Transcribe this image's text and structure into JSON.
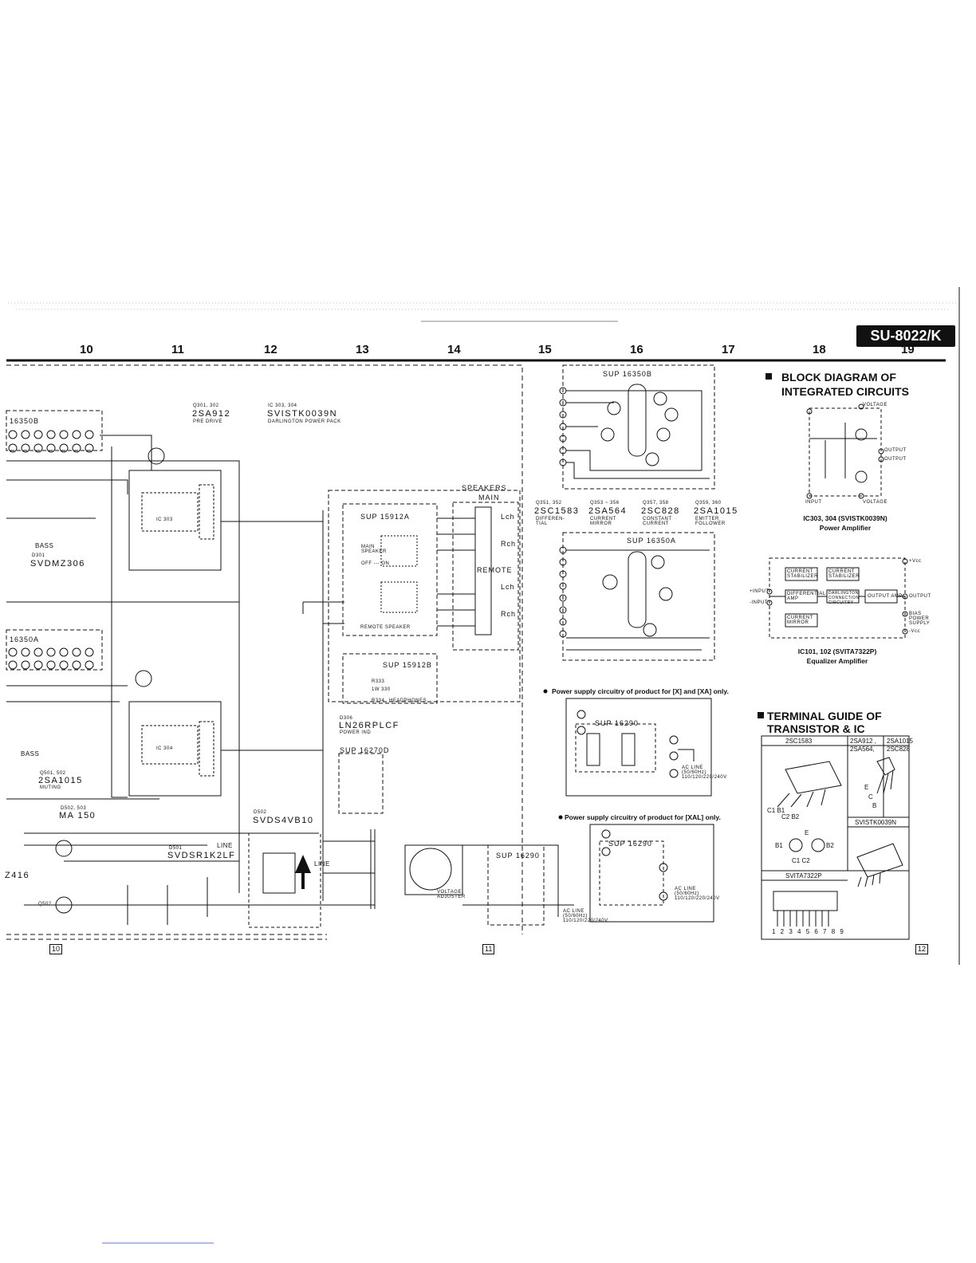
{
  "model": "SU-8022/K",
  "grid_columns": [
    "10",
    "11",
    "12",
    "13",
    "14",
    "15",
    "16",
    "17",
    "18",
    "19"
  ],
  "block_diagram": {
    "title_line1": "BLOCK DIAGRAM OF",
    "title_line2": "INTEGRATED CIRCUITS",
    "power_amp_caption_line1": "IC303, 304 (SVISTK0039N)",
    "power_amp_caption_line2": "Power Amplifier",
    "eq_amp_caption_line1": "IC101, 102 (SVITA7322P)",
    "eq_amp_caption_line2": "Equalizer Amplifier",
    "pa_labels": {
      "voltage_top": "VOLTAGE",
      "output1": "OUTPUT",
      "output2": "OUTPUT",
      "input": "INPUT",
      "voltage_bottom": "VOLTAGE"
    },
    "eq_labels": {
      "current_stabilizer_1": "CURRENT STABILIZER",
      "current_stabilizer_2": "CURRENT STABILIZER",
      "differential_amp": "DIFFERENTIAL AMP",
      "darlington": "DARLINGTON CONNECTION CIRCUITRY",
      "output_amp": "OUTPUT AMP",
      "current_mirror": "CURRENT MIRROR",
      "plus_input": "+INPUT",
      "minus_input": "-INPUT",
      "output": "OUTPUT",
      "vcc": "+Vcc",
      "vss": "-Vcc",
      "bias": "BIAS POWER SUPPLY"
    }
  },
  "terminal_guide": {
    "title_line1": "TERMINAL GUIDE OF",
    "title_line2": "TRANSISTOR & IC",
    "cells": {
      "c1": "2SC1583",
      "c2a": "2SA912 ,",
      "c2b": "2SA564,",
      "c3a": "2SA1015",
      "c3b": "2SC828",
      "c4": "SVISTK0039N",
      "c5": "SVITA7322P",
      "pins": "1 2 3 4 5 6 7 8 9",
      "pin_labels": {
        "e1": "E",
        "c1": "C",
        "b1": "B",
        "c1b1": "C1 B1",
        "c2b2": "C2  B2",
        "e2": "E",
        "b_left": "B1",
        "b_right": "B2",
        "c_bottom": "C1  C2"
      }
    }
  },
  "notes": {
    "x_xa": "Power supply circuitry of product for [X] and [XA] only.",
    "xal": "Power supply circuitry of product for [XAL] only."
  },
  "schematic": {
    "sup_16350b": "SUP 16350B",
    "sup_16350a": "SUP 16350A",
    "sup_15912a": "SUP 15912A",
    "sup_15912b": "SUP 15912B",
    "sup_16270d": "SUP 16270D",
    "sup_16290a": "SUP 16290",
    "sup_16290b": "SUP 16290",
    "sup_16290c": "SUP 16290",
    "left_16350b": "16350B",
    "left_16350a": "16350A",
    "speakers": "SPEAKERS",
    "main": "MAIN",
    "remote": "REMOTE",
    "lch1": "Lch",
    "rch1": "Rch",
    "lch2": "Lch",
    "rch2": "Rch",
    "headphones": "HEADPHONES",
    "remote_speaker": "REMOTE SPEAKER",
    "main_speaker": "MAIN SPEAKER",
    "off_on": "OFF --- ON",
    "q301_302": "Q301, 302",
    "q301_302_pn": "2SA912",
    "pre_drive": "PRE DRIVE",
    "ic303_304": "IC 303, 304",
    "ic303_304_pn": "SVISTK0039N",
    "darlington_pack": "DARLINGTON POWER PACK",
    "ic303": "IC 303",
    "ic304": "IC 304",
    "q351_352": "Q351, 352",
    "q351_352_pn": "2SC1583",
    "q351_role": "DIFFEREN-TIAL",
    "q353_356": "Q353 ~ 356",
    "q353_356_pn": "2SA564",
    "q353_role": "CURRENT MIRROR",
    "q357_358": "Q357, 358",
    "q357_358_pn": "2SC828",
    "q357_role": "CONSTANT CURRENT",
    "q359_360": "Q359, 360",
    "q359_360_pn": "2SA1015",
    "q359_role": "EMITTER FOLLOWER",
    "d306": "D306",
    "d306_pn": "LN26RPLCF",
    "power_ind": "POWER IND",
    "d502": "D502",
    "d502_pn": "SVDS4VB10",
    "d501": "D501",
    "d501_pn": "SVDSR1K2LF",
    "line1": "LINE",
    "line2": "LINE",
    "d301": "D301",
    "d301_pn": "SVDMZ306",
    "bass1": "BASS",
    "bass2": "BASS",
    "q501_502": "Q501, 502",
    "q501_502_pn": "2SA1015",
    "muting": "MUTING",
    "d502_503": "D502, 503",
    "d502_503_pn": "MA 150",
    "q502": "Q502",
    "part_416": "Z416",
    "voltage_adjuster": "VOLTAGE ADJUSTER",
    "ac_line1": "AC LINE (50/60Hz) 110/120/220/240V",
    "ac_line2": "AC LINE (50/60Hz) 110/120/220/240V",
    "ac_line3": "AC LINE (50/60Hz) 110/120/220/240V",
    "r334": "R334",
    "r333": "R333",
    "w330": "1W 330",
    "sheet_10": "10",
    "sheet_11": "11",
    "sheet_12": "12"
  }
}
